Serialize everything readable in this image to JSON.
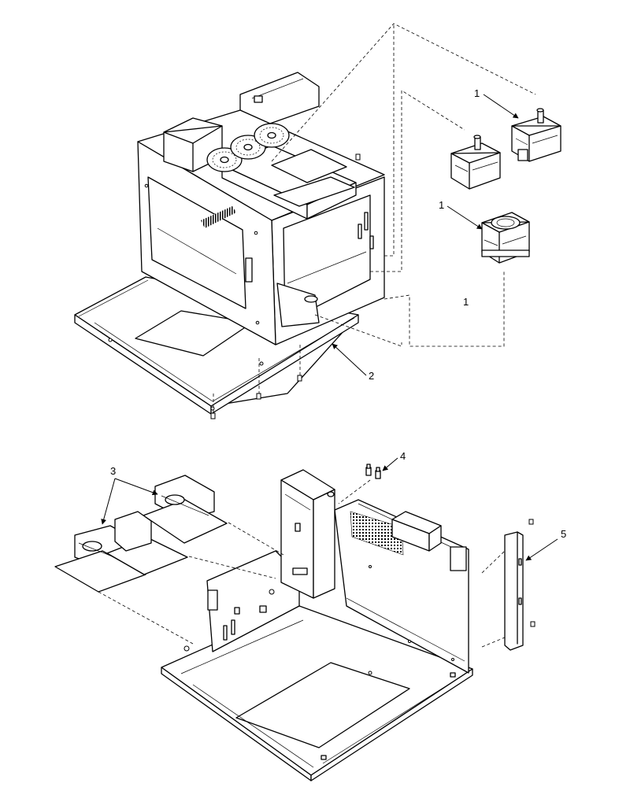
{
  "callouts": {
    "c1a": "1",
    "c1b": "1",
    "c1c": "1",
    "c2": "2",
    "c3": "3",
    "c4": "4",
    "c5": "5"
  },
  "colors": {
    "line": "#000000",
    "background": "#ffffff"
  }
}
